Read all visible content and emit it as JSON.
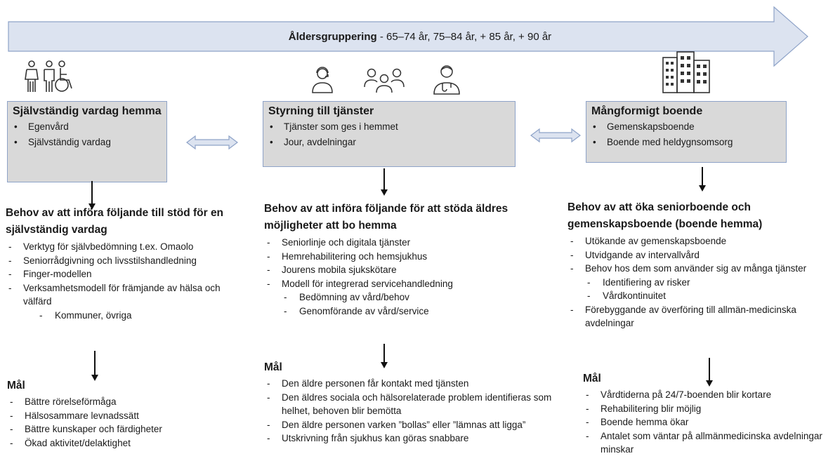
{
  "banner": {
    "label_bold": "Åldersgruppering",
    "label_rest": " - 65–74 år, 75–84 år, + 85 år, + 90 år"
  },
  "icons": {
    "left": "people-with-wheelchair-icon",
    "middle": [
      "person-headset-icon",
      "group-of-people-icon",
      "doctor-icon"
    ],
    "right": "apartment-buildings-icon"
  },
  "colors": {
    "banner_fill": "#dce3f0",
    "banner_stroke": "#8ea3c8",
    "box_fill": "#d9d9d9",
    "box_border": "#8ea3c8"
  },
  "columns": [
    {
      "box": {
        "title": "Självständig vardag hemma",
        "items": [
          "Egenvård",
          "Självständig vardag"
        ]
      },
      "need_title": "Behov av att införa följande till stöd för en självständig vardag",
      "needs": [
        {
          "text": "Verktyg för självbedömning t.ex. Omaolo",
          "level": 0
        },
        {
          "text": "Seniorrådgivning och livsstilshandledning",
          "level": 0
        },
        {
          "text": "Finger-modellen",
          "level": 0
        },
        {
          "text": "Verksamhetsmodell för främjande av hälsa och välfärd",
          "level": 0
        },
        {
          "text": "Kommuner, övriga",
          "level": 2
        }
      ],
      "goal_title": "Mål",
      "goals": [
        "Bättre rörelseförmåga",
        "Hälsosammare levnadssätt",
        "Bättre kunskaper och färdigheter",
        "Ökad aktivitet/delaktighet"
      ]
    },
    {
      "box": {
        "title": "Styrning till tjänster",
        "items": [
          "Tjänster som ges i hemmet",
          "Jour, avdelningar"
        ]
      },
      "need_title": "Behov av att införa följande för att stöda äldres möjligheter att bo hemma",
      "needs": [
        {
          "text": "Seniorlinje och digitala tjänster",
          "level": 0
        },
        {
          "text": "Hemrehabilitering och hemsjukhus",
          "level": 0
        },
        {
          "text": "Jourens mobila sjukskötare",
          "level": 0
        },
        {
          "text": "Modell för integrerad servicehandledning",
          "level": 0
        },
        {
          "text": "Bedömning av vård/behov",
          "level": 1
        },
        {
          "text": "Genomförande av vård/service",
          "level": 1
        }
      ],
      "goal_title": "Mål",
      "goals": [
        "Den äldre personen får kontakt med tjänsten",
        "Den äldres sociala och hälsorelaterade problem identifieras som helhet, behoven blir bemötta",
        "Den äldre personen varken ”bollas” eller ”lämnas att ligga”",
        "Utskrivning från sjukhus kan göras snabbare"
      ]
    },
    {
      "box": {
        "title": "Mångformigt boende",
        "items": [
          "Gemenskapsboende",
          "Boende med heldygnsomsorg"
        ]
      },
      "need_title": "Behov av att öka seniorboende och gemenskapsboende (boende hemma)",
      "needs": [
        {
          "text": "Utökande av gemenskapsboende",
          "level": 0
        },
        {
          "text": "Utvidgande av intervallvård",
          "level": 0
        },
        {
          "text": "Behov hos dem som använder sig av många tjänster",
          "level": 0
        },
        {
          "text": "Identifiering av risker",
          "level": 1
        },
        {
          "text": "Vårdkontinuitet",
          "level": 1
        },
        {
          "text": "Förebyggande av överföring till allmän-medicinska avdelningar",
          "level": 0
        }
      ],
      "goal_title": "Mål",
      "goals": [
        "Vårdtiderna på 24/7-boenden blir kortare",
        "Rehabilitering blir möjlig",
        "Boende hemma ökar",
        "Antalet som väntar på allmänmedicinska avdelningar minskar"
      ]
    }
  ]
}
